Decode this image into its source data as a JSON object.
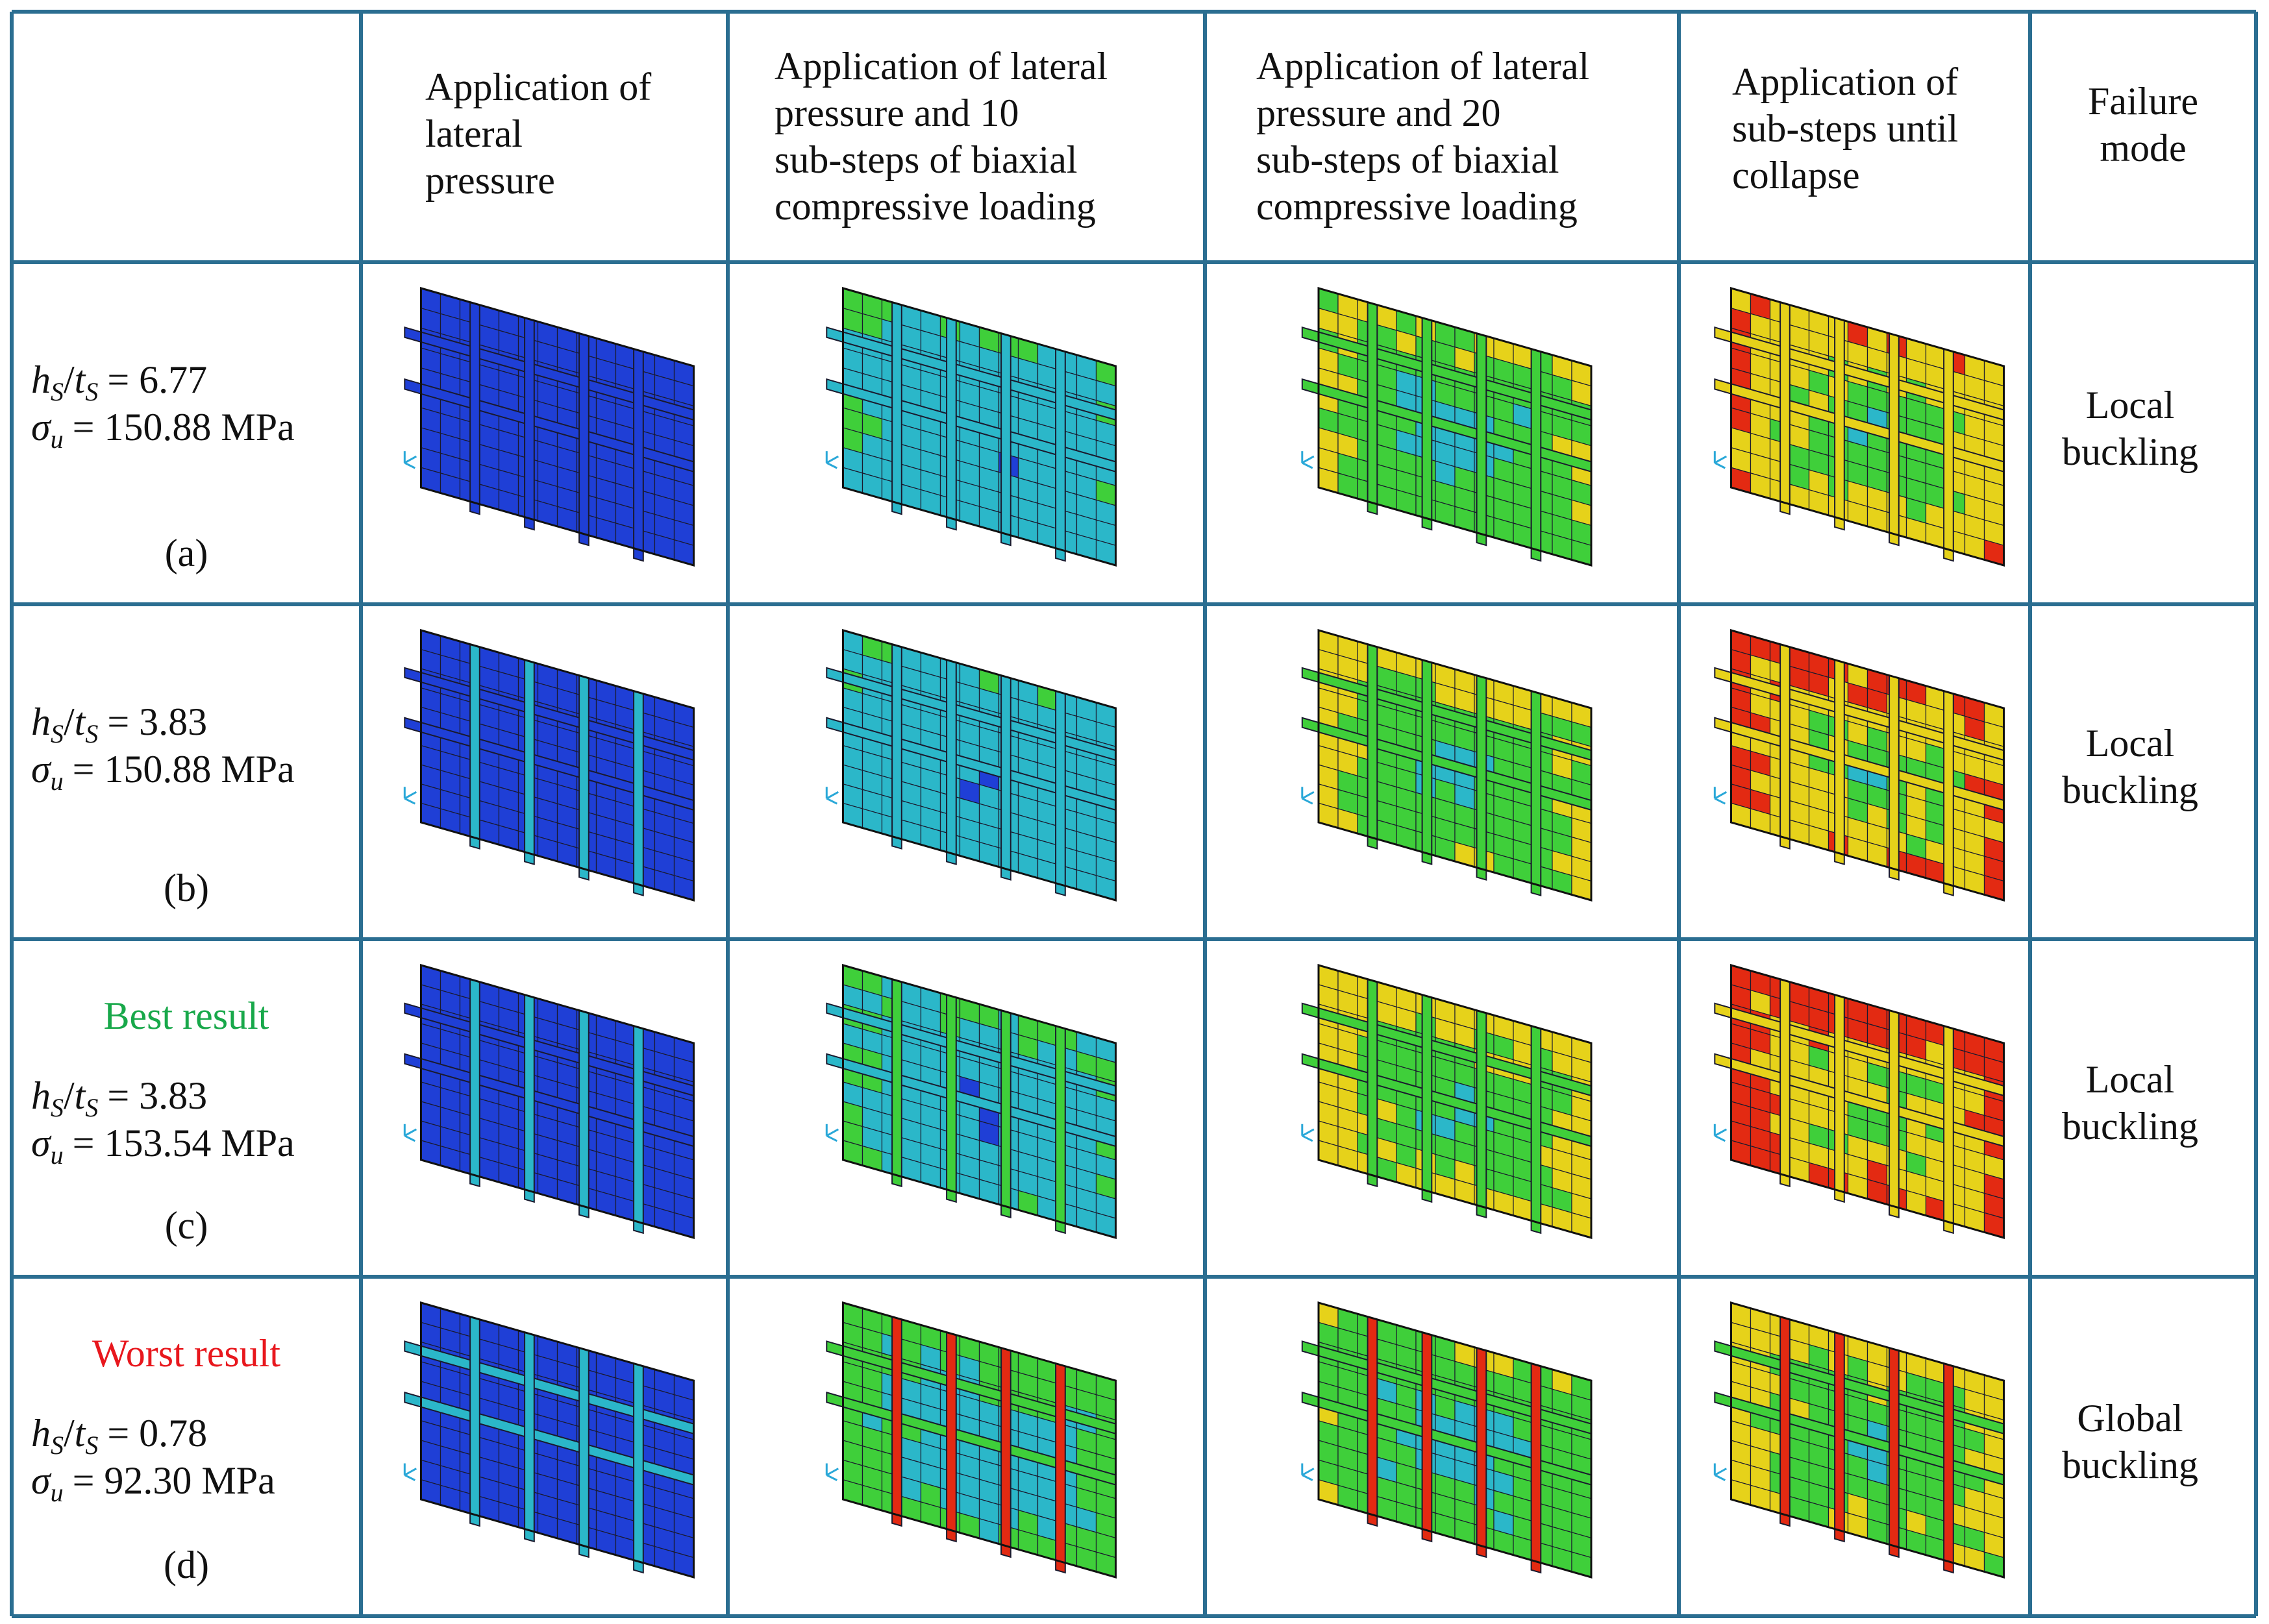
{
  "headers": [
    "",
    "Application of lateral pressure",
    "Application of lateral pressure and 10 sub-steps of biaxial compressive loading",
    "Application of lateral pressure and 20 sub-steps of biaxial compressive loading",
    "Application of sub-steps until collapse",
    "Failure mode"
  ],
  "header_lines": [
    [],
    [
      "Application of",
      "lateral",
      "pressure"
    ],
    [
      "Application of lateral",
      "pressure and 10",
      "sub-steps of biaxial",
      "compressive loading"
    ],
    [
      "Application of lateral",
      "pressure and 20",
      "sub-steps of biaxial",
      "compressive loading"
    ],
    [
      "Application of",
      "sub-steps until",
      "collapse"
    ],
    [
      "Failure",
      "mode"
    ]
  ],
  "rows": [
    {
      "rank": "",
      "ratio_symbol": "h",
      "ratio_sub": "S",
      "ratio_den": "t",
      "ratio_den_sub": "S",
      "ratio_value": "= 6.77",
      "sigma_symbol": "σ",
      "sigma_sub": "u",
      "sigma_value": "= 150.88 MPa",
      "label": "(a)",
      "mode_lines": [
        "Local",
        "buckling"
      ],
      "stage_levels": [
        0.05,
        0.35,
        0.55,
        0.7
      ]
    },
    {
      "rank": "",
      "ratio_symbol": "h",
      "ratio_sub": "S",
      "ratio_den": "t",
      "ratio_den_sub": "S",
      "ratio_value": "= 3.83",
      "sigma_symbol": "σ",
      "sigma_sub": "u",
      "sigma_value": "= 150.88 MPa",
      "label": "(b)",
      "mode_lines": [
        "Local",
        "buckling"
      ],
      "stage_levels": [
        0.08,
        0.33,
        0.58,
        0.75
      ]
    },
    {
      "rank": "Best result",
      "rank_color": "#18a84a",
      "ratio_symbol": "h",
      "ratio_sub": "S",
      "ratio_den": "t",
      "ratio_den_sub": "S",
      "ratio_value": "= 3.83",
      "sigma_symbol": "σ",
      "sigma_sub": "u",
      "sigma_value": "= 153.54 MPa",
      "label": "(c)",
      "mode_lines": [
        "Local",
        "buckling"
      ],
      "stage_levels": [
        0.1,
        0.36,
        0.62,
        0.8
      ]
    },
    {
      "rank": "Worst result",
      "rank_color": "#e8171d",
      "ratio_symbol": "h",
      "ratio_sub": "S",
      "ratio_den": "t",
      "ratio_den_sub": "S",
      "ratio_value": "= 0.78",
      "sigma_symbol": "σ",
      "sigma_sub": "u",
      "sigma_value": "= 92.30 MPa",
      "label": "(d)",
      "mode_lines": [
        "Global",
        "buckling"
      ],
      "stage_levels": [
        0.15,
        0.42,
        0.5,
        0.62
      ]
    }
  ],
  "colors": {
    "border": "#2b6e91",
    "fe_blue": "#1f3fd6",
    "fe_cyan": "#2bb7c9",
    "fe_green": "#3fcf3a",
    "fe_yellow": "#e6d21a",
    "fe_red": "#e32a12"
  }
}
